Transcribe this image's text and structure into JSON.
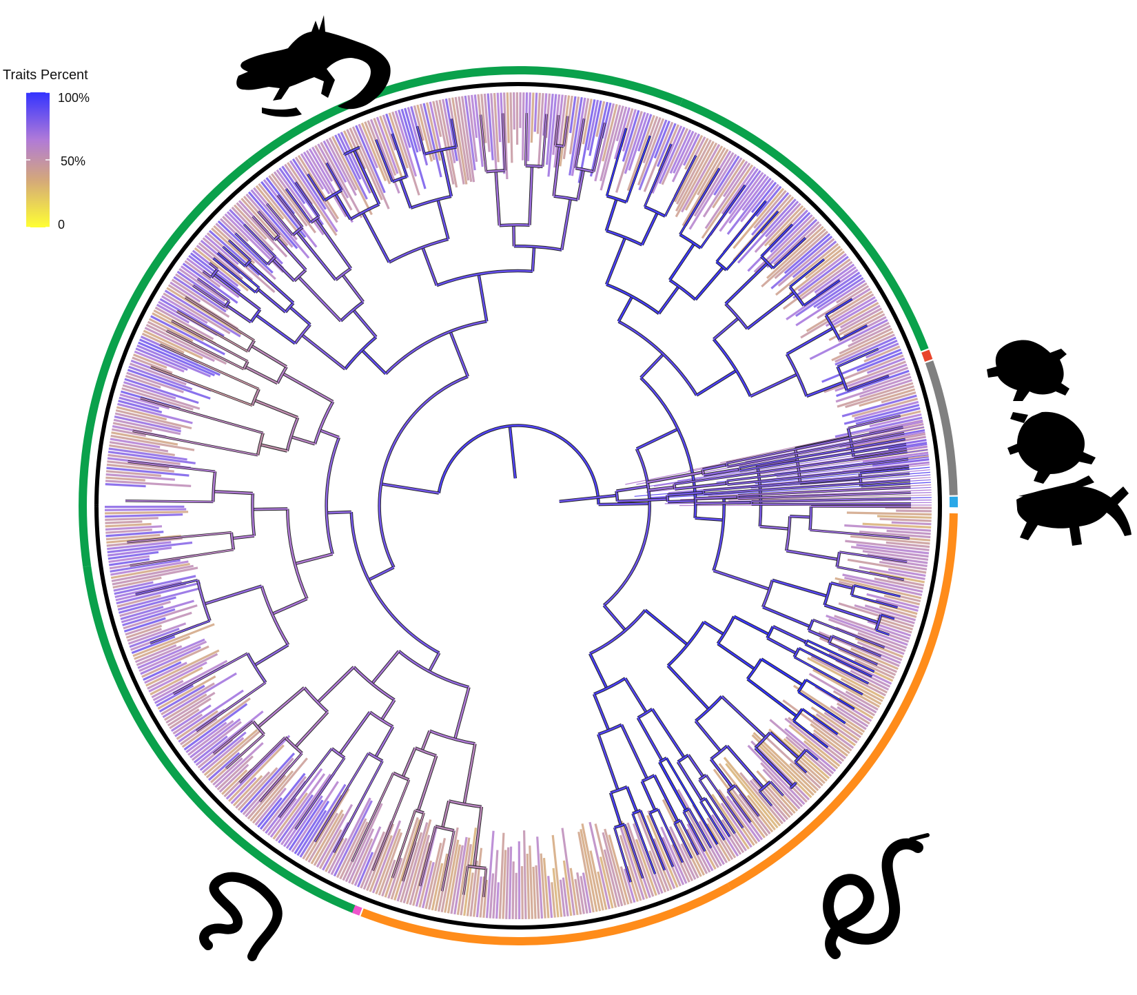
{
  "legend": {
    "title": "Traits Percent",
    "ticks": [
      {
        "label": "100%",
        "value": 1.0
      },
      {
        "label": "50%",
        "value": 0.5
      },
      {
        "label": "0",
        "value": 0.0
      }
    ],
    "gradient_colors": [
      "#ffff33",
      "#d4a87a",
      "#b07ad8",
      "#3333ff"
    ]
  },
  "tree": {
    "layout": "circular",
    "branch_color_scale": "traits percent",
    "backbone_color": "#5a3fd6"
  },
  "clade_ring": {
    "segments": [
      {
        "clade": "lizards",
        "color": "#0aa14b",
        "icon": "lizard-silhouette-icon"
      },
      {
        "clade": "tuatara",
        "color": "#e8452c",
        "icon": "tuatara-silhouette-icon"
      },
      {
        "clade": "turtles",
        "color": "#808080",
        "icon": "turtle-silhouette-icon"
      },
      {
        "clade": "crocodilians",
        "color": "#2aa8e8",
        "icon": "crocodile-silhouette-icon"
      },
      {
        "clade": "snakes",
        "color": "#ff8c1a",
        "icon": "snake-silhouette-icon"
      },
      {
        "clade": "amphisbaenians",
        "color": "#ee55cc",
        "icon": "worm-lizard-silhouette-icon"
      }
    ]
  }
}
